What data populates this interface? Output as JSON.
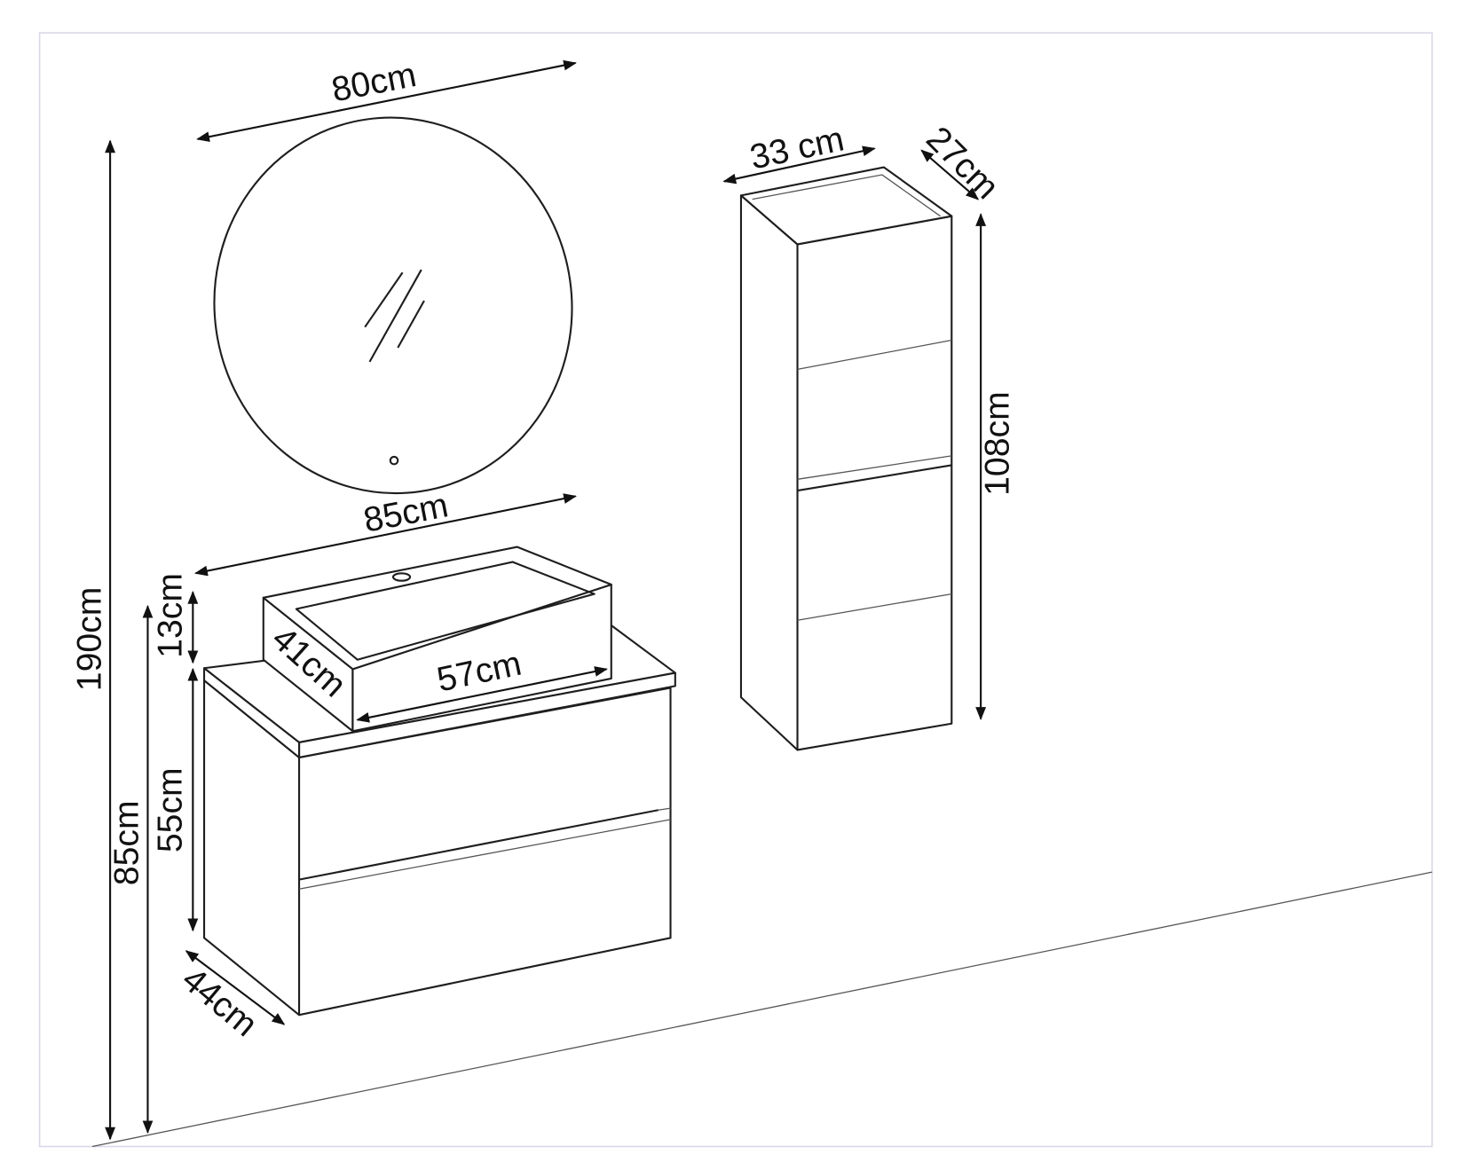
{
  "dimensions": {
    "mirror_width": "80cm",
    "vanity_width": "85cm",
    "basin_height": "13cm",
    "basin_depth": "41cm",
    "basin_width": "57cm",
    "cabinet_height": "55cm",
    "vanity_mount_height": "85cm",
    "total_height": "190cm",
    "vanity_depth": "44cm",
    "tall_unit_width": "33 cm",
    "tall_unit_depth": "27cm",
    "tall_unit_height": "108cm"
  },
  "colors": {
    "line": "#1e1e1e",
    "frame": "#d8d8e8"
  }
}
